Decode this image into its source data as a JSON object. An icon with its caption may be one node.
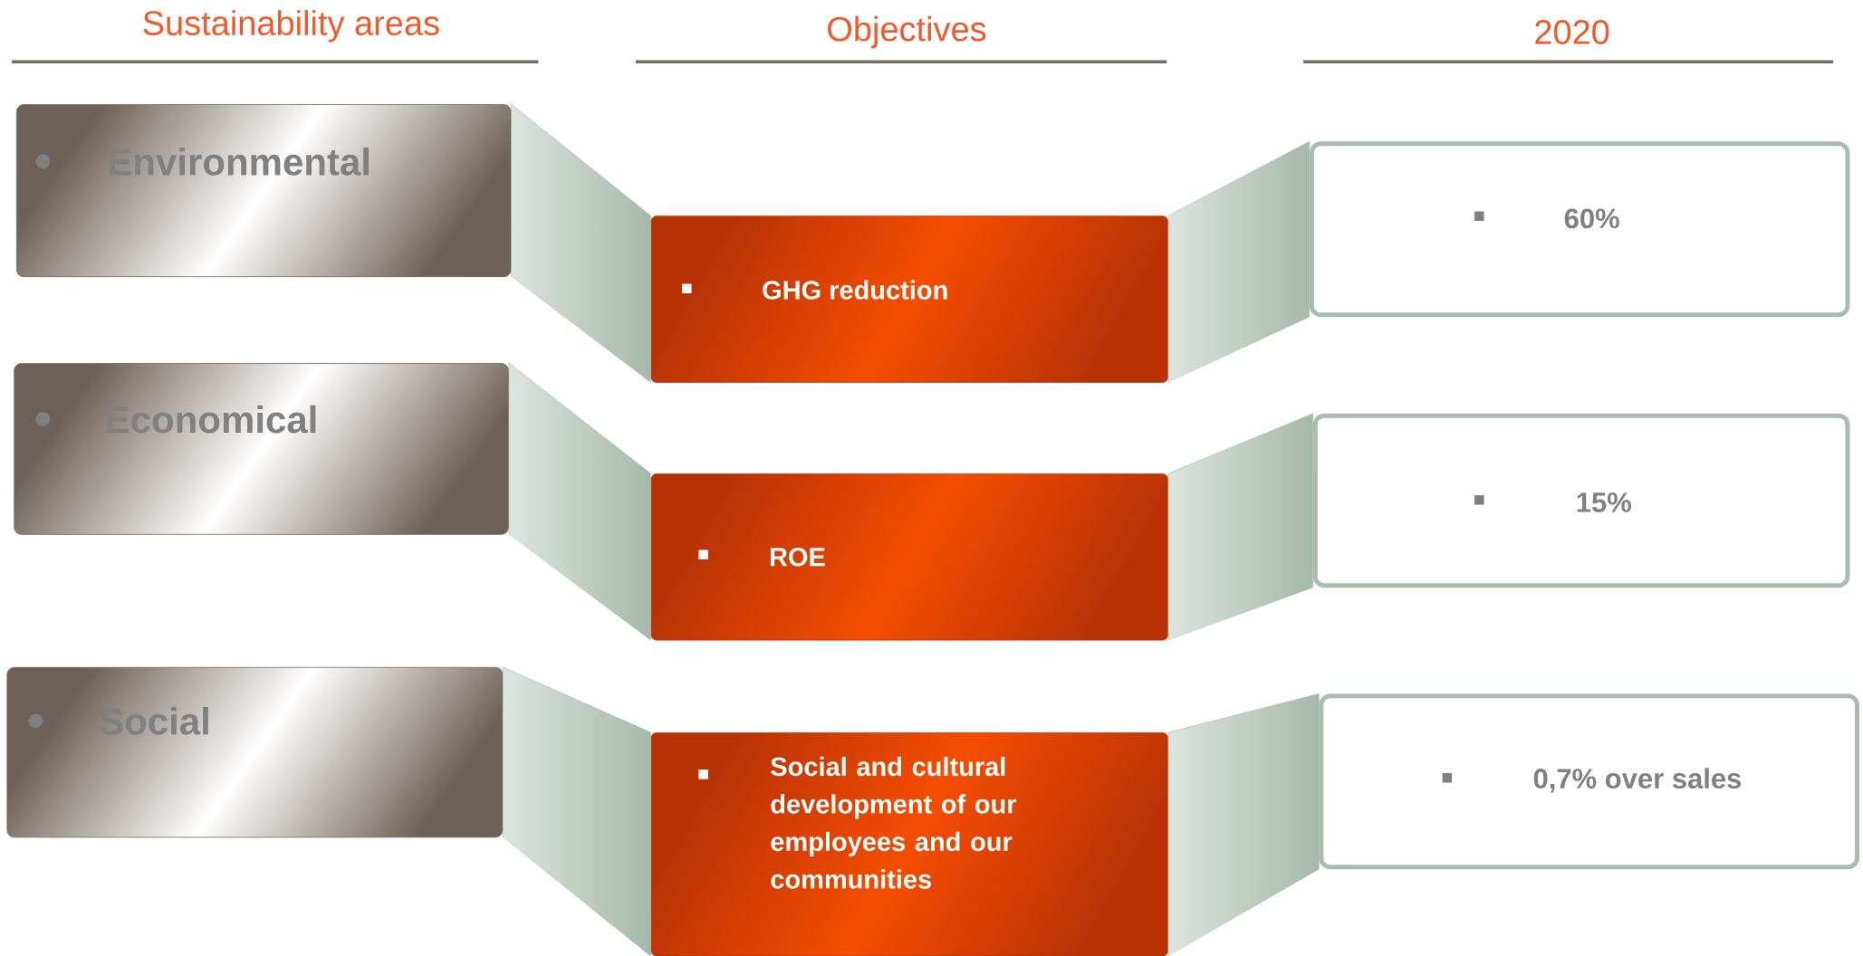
{
  "diagram": {
    "nodes": [
      {
        "text": [
          "Environmental"
        ]
      },
      {
        "text": [
          "Economical"
        ]
      },
      {
        "text": [
          "Social"
        ]
      },
      {
        "text": [
          "GHG reduction"
        ]
      },
      {
        "text": [
          "ROE"
        ]
      },
      {
        "text": [
          "Social and cultural development of our employees and our communities"
        ]
      },
      {
        "text": [
          "60%"
        ]
      },
      {
        "text": [
          "15%"
        ]
      },
      {
        "text": [
          "0,7% over sales"
        ]
      }
    ],
    "edges": [
      {
        "from": 0,
        "to": 3,
        "arrow": "none"
      },
      {
        "from": 1,
        "to": 4,
        "arrow": "none"
      },
      {
        "from": 2,
        "to": 5,
        "arrow": "none"
      },
      {
        "from": 3,
        "to": 6,
        "arrow": "none"
      },
      {
        "from": 4,
        "to": 7,
        "arrow": "none"
      },
      {
        "from": 5,
        "to": 8,
        "arrow": "none"
      }
    ],
    "labels": [
      "Sustainability areas",
      "Objectives",
      "2020"
    ]
  }
}
